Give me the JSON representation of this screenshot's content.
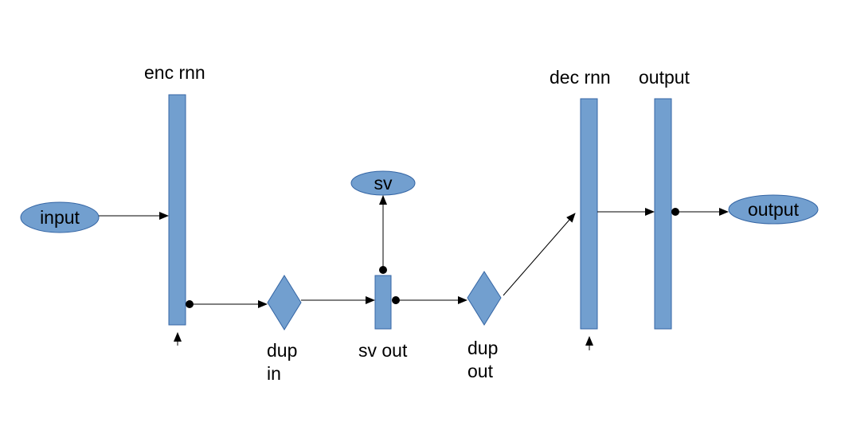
{
  "colors": {
    "shape_fill": "#729fcf",
    "shape_stroke": "#3465a4",
    "line": "#000000"
  },
  "nodes": {
    "input": "input",
    "sv": "sv",
    "output": "output"
  },
  "labels": {
    "enc_rnn": "enc rnn",
    "dec_rnn": "dec rnn",
    "output_layer": "output",
    "dup_in_line1": "dup",
    "dup_in_line2": "in",
    "sv_out": "sv out",
    "dup_out_line1": "dup",
    "dup_out_line2": "out"
  }
}
